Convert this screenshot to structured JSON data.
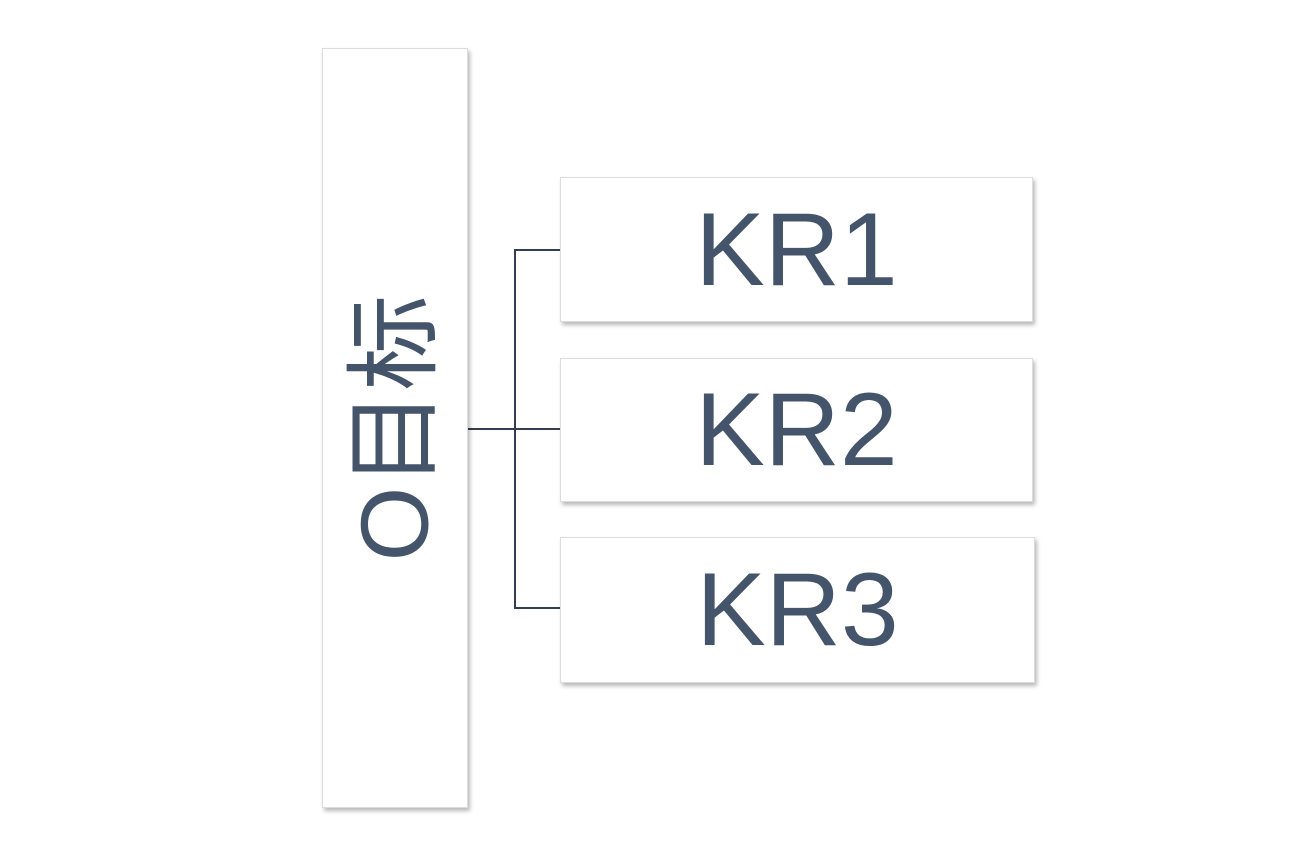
{
  "diagram": {
    "type": "okr-hierarchy",
    "objective": {
      "label": "O目标"
    },
    "key_results": [
      {
        "label": "KR1"
      },
      {
        "label": "KR2"
      },
      {
        "label": "KR3"
      }
    ],
    "colors": {
      "--text-color": "#44546A",
      "--connector-color": "#333F50",
      "--box-bg": "#FFFFFF",
      "--box-border": "#DCDCDC"
    }
  }
}
